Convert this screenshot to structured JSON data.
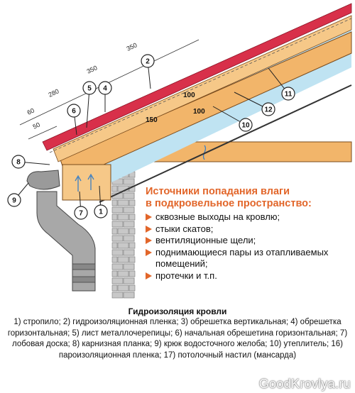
{
  "dimensions": [
    "60",
    "50",
    "280",
    "350",
    "350"
  ],
  "callouts": [
    "1",
    "2",
    "4",
    "5",
    "6",
    "7",
    "8",
    "9",
    "10",
    "11",
    "12"
  ],
  "inner_dims": [
    "100",
    "100",
    "150"
  ],
  "sources": {
    "title_line1": "Источники попадания влаги",
    "title_line2": "в подкровельное пространство:",
    "items": [
      "сквозные выходы на кровлю;",
      "стыки скатов;",
      "вентиляционные щели;",
      "поднимающиеся пары из отапливаемых помещений;",
      "протечки и т.п."
    ]
  },
  "caption": {
    "title": "Гидроизоляция кровли",
    "text": "1) стропило; 2) гидроизоляционная пленка; 3) обрешетка вертикальная; 4) обрешетка горизонтальная; 5) лист металлочерепицы; 6) начальная обрешетина горизонтальная; 7) лобовая доска; 8) карнизная планка; 9) крюк водосточного желоба; 10) утеплитель; 16) пароизоляционная пленка; 17) потолочный настил (мансарда)"
  },
  "watermark": "GoodKrovlya.ru",
  "colors": {
    "accent": "#e2662a",
    "roof": "#d8304a",
    "wood": "#f2b56a",
    "insulation": "#bfe3f2",
    "brick": "#c8c8c8"
  }
}
